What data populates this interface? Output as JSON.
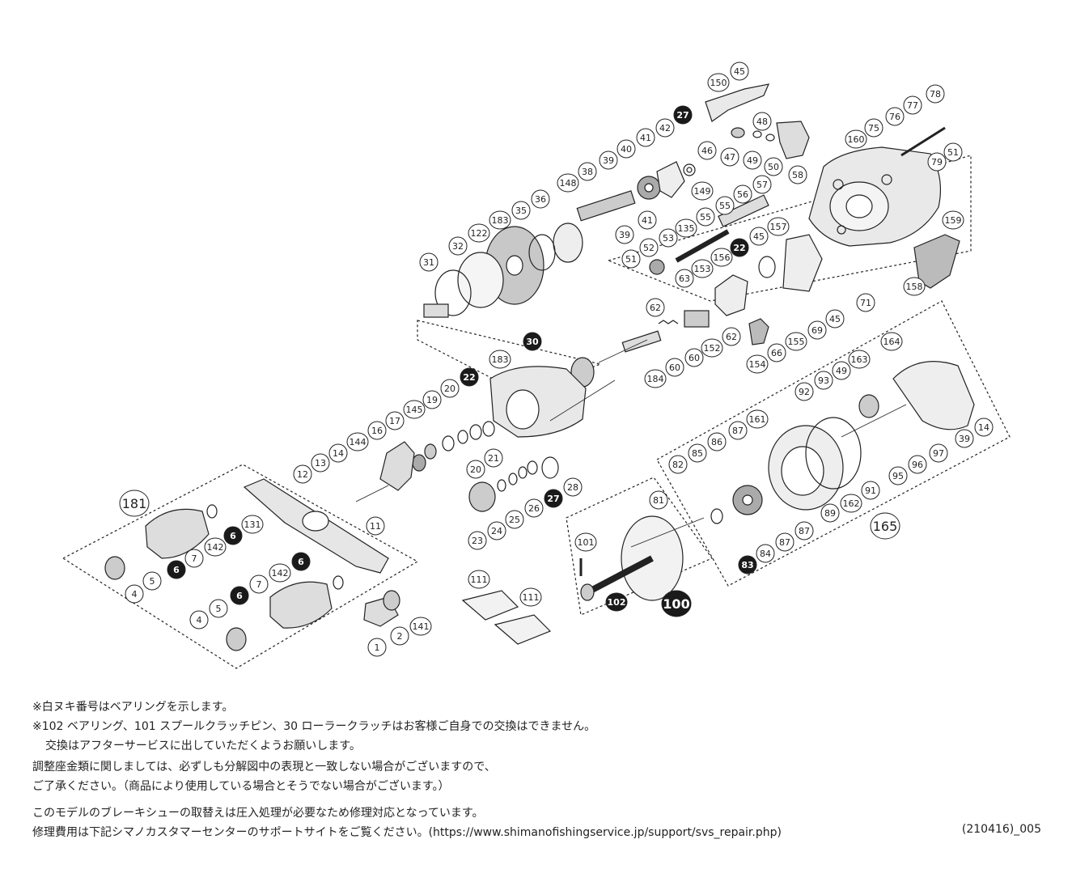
{
  "callouts": [
    {
      "id": "45a",
      "label": "45"
    },
    {
      "id": "150",
      "label": "150"
    },
    {
      "id": "48",
      "label": "48"
    },
    {
      "id": "46",
      "label": "46"
    },
    {
      "id": "47",
      "label": "47"
    },
    {
      "id": "49a",
      "label": "49"
    },
    {
      "id": "50",
      "label": "50"
    },
    {
      "id": "78",
      "label": "78"
    },
    {
      "id": "77",
      "label": "77"
    },
    {
      "id": "76",
      "label": "76"
    },
    {
      "id": "75",
      "label": "75"
    },
    {
      "id": "160",
      "label": "160"
    },
    {
      "id": "79",
      "label": "79"
    },
    {
      "id": "51a",
      "label": "51"
    },
    {
      "id": "27a",
      "label": "27",
      "filled": true
    },
    {
      "id": "42",
      "label": "42"
    },
    {
      "id": "41a",
      "label": "41"
    },
    {
      "id": "40",
      "label": "40"
    },
    {
      "id": "39a",
      "label": "39"
    },
    {
      "id": "38",
      "label": "38"
    },
    {
      "id": "148",
      "label": "148"
    },
    {
      "id": "149",
      "label": "149"
    },
    {
      "id": "41b",
      "label": "41"
    },
    {
      "id": "39b",
      "label": "39"
    },
    {
      "id": "58",
      "label": "58"
    },
    {
      "id": "57",
      "label": "57"
    },
    {
      "id": "56",
      "label": "56"
    },
    {
      "id": "55a",
      "label": "55"
    },
    {
      "id": "55b",
      "label": "55"
    },
    {
      "id": "135",
      "label": "135"
    },
    {
      "id": "53",
      "label": "53"
    },
    {
      "id": "52",
      "label": "52"
    },
    {
      "id": "51b",
      "label": "51"
    },
    {
      "id": "36",
      "label": "36"
    },
    {
      "id": "35",
      "label": "35"
    },
    {
      "id": "183a",
      "label": "183"
    },
    {
      "id": "122",
      "label": "122"
    },
    {
      "id": "32",
      "label": "32"
    },
    {
      "id": "31",
      "label": "31"
    },
    {
      "id": "157",
      "label": "157"
    },
    {
      "id": "45b",
      "label": "45"
    },
    {
      "id": "22a",
      "label": "22",
      "filled": true
    },
    {
      "id": "156",
      "label": "156"
    },
    {
      "id": "153",
      "label": "153"
    },
    {
      "id": "63",
      "label": "63"
    },
    {
      "id": "159",
      "label": "159"
    },
    {
      "id": "158",
      "label": "158"
    },
    {
      "id": "71",
      "label": "71"
    },
    {
      "id": "62a",
      "label": "62"
    },
    {
      "id": "62b",
      "label": "62"
    },
    {
      "id": "69",
      "label": "69"
    },
    {
      "id": "45c",
      "label": "45"
    },
    {
      "id": "152",
      "label": "152"
    },
    {
      "id": "155",
      "label": "155"
    },
    {
      "id": "66",
      "label": "66"
    },
    {
      "id": "154",
      "label": "154"
    },
    {
      "id": "60a",
      "label": "60"
    },
    {
      "id": "60b",
      "label": "60"
    },
    {
      "id": "184",
      "label": "184"
    },
    {
      "id": "30",
      "label": "30",
      "filled": true
    },
    {
      "id": "183b",
      "label": "183"
    },
    {
      "id": "22b",
      "label": "22",
      "filled": true
    },
    {
      "id": "20a",
      "label": "20"
    },
    {
      "id": "19",
      "label": "19"
    },
    {
      "id": "145",
      "label": "145"
    },
    {
      "id": "17",
      "label": "17"
    },
    {
      "id": "16",
      "label": "16"
    },
    {
      "id": "144",
      "label": "144"
    },
    {
      "id": "14a",
      "label": "14"
    },
    {
      "id": "13",
      "label": "13"
    },
    {
      "id": "12",
      "label": "12"
    },
    {
      "id": "21",
      "label": "21"
    },
    {
      "id": "20b",
      "label": "20"
    },
    {
      "id": "28",
      "label": "28"
    },
    {
      "id": "27b",
      "label": "27",
      "filled": true
    },
    {
      "id": "26",
      "label": "26"
    },
    {
      "id": "25",
      "label": "25"
    },
    {
      "id": "24",
      "label": "24"
    },
    {
      "id": "23",
      "label": "23"
    },
    {
      "id": "11",
      "label": "11"
    },
    {
      "id": "164",
      "label": "164"
    },
    {
      "id": "163",
      "label": "163"
    },
    {
      "id": "49b",
      "label": "49"
    },
    {
      "id": "93",
      "label": "93"
    },
    {
      "id": "92",
      "label": "92"
    },
    {
      "id": "161",
      "label": "161"
    },
    {
      "id": "87a",
      "label": "87"
    },
    {
      "id": "86",
      "label": "86"
    },
    {
      "id": "85",
      "label": "85"
    },
    {
      "id": "82",
      "label": "82"
    },
    {
      "id": "14b",
      "label": "14"
    },
    {
      "id": "39c",
      "label": "39"
    },
    {
      "id": "97",
      "label": "97"
    },
    {
      "id": "96",
      "label": "96"
    },
    {
      "id": "95",
      "label": "95"
    },
    {
      "id": "91",
      "label": "91"
    },
    {
      "id": "162",
      "label": "162"
    },
    {
      "id": "89",
      "label": "89"
    },
    {
      "id": "87b",
      "label": "87"
    },
    {
      "id": "87c",
      "label": "87"
    },
    {
      "id": "84",
      "label": "84"
    },
    {
      "id": "83",
      "label": "83",
      "filled": true
    },
    {
      "id": "165",
      "label": "165",
      "large": true
    },
    {
      "id": "81",
      "label": "81"
    },
    {
      "id": "101",
      "label": "101"
    },
    {
      "id": "102",
      "label": "102",
      "filled": true
    },
    {
      "id": "100",
      "label": "100",
      "filled": true,
      "large": true
    },
    {
      "id": "111a",
      "label": "111"
    },
    {
      "id": "111b",
      "label": "111"
    },
    {
      "id": "181",
      "label": "181",
      "large": true
    },
    {
      "id": "131",
      "label": "131"
    },
    {
      "id": "6a",
      "label": "6",
      "filled": true
    },
    {
      "id": "142a",
      "label": "142"
    },
    {
      "id": "7a",
      "label": "7"
    },
    {
      "id": "6b",
      "label": "6",
      "filled": true
    },
    {
      "id": "5a",
      "label": "5"
    },
    {
      "id": "4a",
      "label": "4"
    },
    {
      "id": "6c",
      "label": "6",
      "filled": true
    },
    {
      "id": "7b",
      "label": "7"
    },
    {
      "id": "142b",
      "label": "142"
    },
    {
      "id": "6d",
      "label": "6",
      "filled": true
    },
    {
      "id": "5b",
      "label": "5"
    },
    {
      "id": "4b",
      "label": "4"
    },
    {
      "id": "141",
      "label": "141"
    },
    {
      "id": "2",
      "label": "2"
    },
    {
      "id": "1",
      "label": "1"
    }
  ],
  "notes": {
    "a1": "※白ヌキ番号はベアリングを示します。",
    "a2": "※102 ベアリング、101 スプールクラッチピン、30 ローラークラッチはお客様ご自身での交換はできません。",
    "a3": "交換はアフターサービスに出していただくようお願いします。",
    "b1": "調整座金類に関しましては、必ずしも分解図中の表現と一致しない場合がございますので、",
    "b2": "ご了承ください。（商品により使用している場合とそうでない場合がございます。）",
    "c1": "このモデルのブレーキシューの取替えは圧入処理が必要なため修理対応となっています。",
    "c2": "修理費用は下記シマノカスタマーセンターのサポートサイトをご覧ください。(https://www.shimanofishingservice.jp/support/svs_repair.php)"
  },
  "doc_code": "(210416)_005",
  "colors": {
    "ink": "#222222",
    "fill": "#1a1a1a",
    "paper": "#ffffff",
    "shade": "#9a9a9a"
  }
}
